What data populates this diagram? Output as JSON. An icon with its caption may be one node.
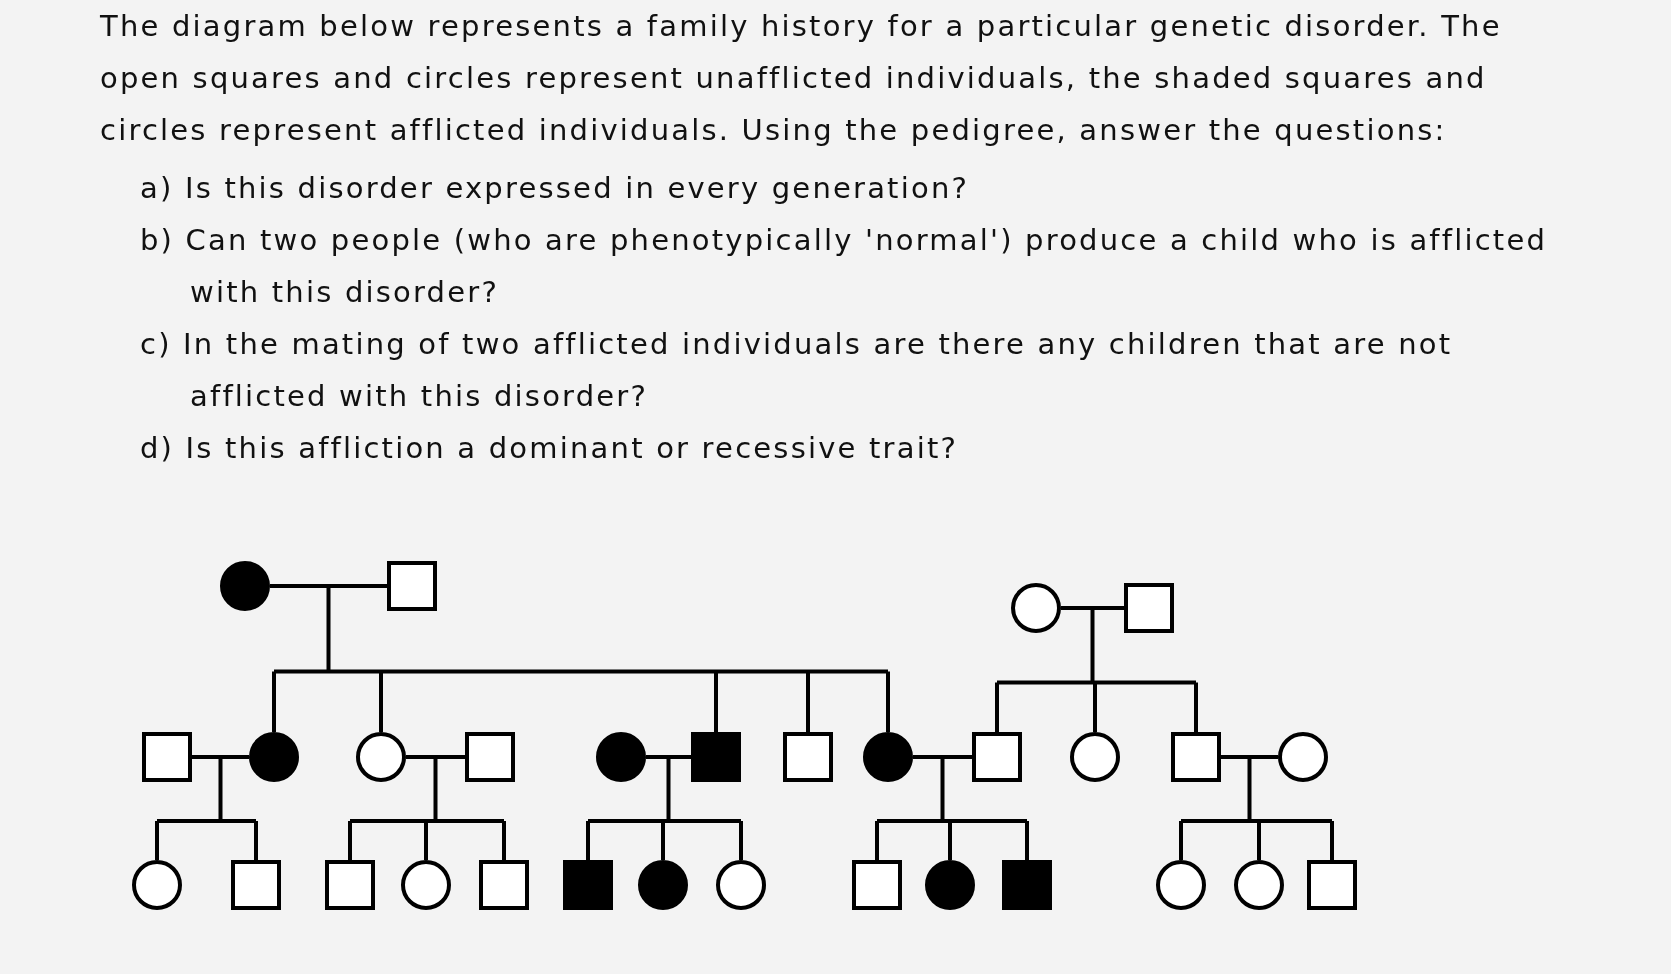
{
  "diagram": {
    "nodes": [
      {
        "text": [],
        "shape": "disc"
      },
      {
        "text": [],
        "shape": "box"
      },
      {
        "text": [],
        "shape": "circle"
      },
      {
        "text": [],
        "shape": "box"
      },
      {
        "text": [],
        "shape": "box"
      },
      {
        "text": [],
        "shape": "disc"
      },
      {
        "text": [],
        "shape": "circle"
      },
      {
        "text": [],
        "shape": "box"
      },
      {
        "text": [],
        "shape": "disc"
      },
      {
        "text": [],
        "shape": "block"
      },
      {
        "text": [],
        "shape": "box"
      },
      {
        "text": [],
        "shape": "disc"
      },
      {
        "text": [],
        "shape": "box"
      },
      {
        "text": [],
        "shape": "circle"
      },
      {
        "text": [],
        "shape": "box"
      },
      {
        "text": [],
        "shape": "circle"
      },
      {
        "text": [],
        "shape": "circle"
      },
      {
        "text": [],
        "shape": "box"
      },
      {
        "text": [],
        "shape": "box"
      },
      {
        "text": [],
        "shape": "circle"
      },
      {
        "text": [],
        "shape": "box"
      },
      {
        "text": [],
        "shape": "block"
      },
      {
        "text": [],
        "shape": "disc"
      },
      {
        "text": [],
        "shape": "circle"
      },
      {
        "text": [],
        "shape": "box"
      },
      {
        "text": [],
        "shape": "disc"
      },
      {
        "text": [],
        "shape": "block"
      },
      {
        "text": [],
        "shape": "circle"
      },
      {
        "text": [],
        "shape": "circle"
      },
      {
        "text": [],
        "shape": "box"
      }
    ],
    "edges": [
      {
        "from": 0,
        "to": 1,
        "arrow": "none"
      },
      {
        "from": 2,
        "to": 3,
        "arrow": "none"
      },
      {
        "from": 4,
        "to": 5,
        "arrow": "none"
      },
      {
        "from": 6,
        "to": 7,
        "arrow": "none"
      },
      {
        "from": 8,
        "to": 9,
        "arrow": "none"
      },
      {
        "from": 11,
        "to": 12,
        "arrow": "none"
      },
      {
        "from": 14,
        "to": 15,
        "arrow": "none"
      },
      {
        "from": 0,
        "to": 5,
        "arrow": "none"
      },
      {
        "from": 1,
        "to": 5,
        "arrow": "none"
      },
      {
        "from": 0,
        "to": 6,
        "arrow": "none"
      },
      {
        "from": 1,
        "to": 6,
        "arrow": "none"
      },
      {
        "from": 0,
        "to": 9,
        "arrow": "none"
      },
      {
        "from": 1,
        "to": 9,
        "arrow": "none"
      },
      {
        "from": 0,
        "to": 10,
        "arrow": "none"
      },
      {
        "from": 1,
        "to": 10,
        "arrow": "none"
      },
      {
        "from": 0,
        "to": 11,
        "arrow": "none"
      },
      {
        "from": 1,
        "to": 11,
        "arrow": "none"
      },
      {
        "from": 2,
        "to": 12,
        "arrow": "none"
      },
      {
        "from": 3,
        "to": 12,
        "arrow": "none"
      },
      {
        "from": 2,
        "to": 13,
        "arrow": "none"
      },
      {
        "from": 3,
        "to": 13,
        "arrow": "none"
      },
      {
        "from": 2,
        "to": 14,
        "arrow": "none"
      },
      {
        "from": 3,
        "to": 14,
        "arrow": "none"
      },
      {
        "from": 4,
        "to": 16,
        "arrow": "none"
      },
      {
        "from": 5,
        "to": 16,
        "arrow": "none"
      },
      {
        "from": 4,
        "to": 17,
        "arrow": "none"
      },
      {
        "from": 5,
        "to": 17,
        "arrow": "none"
      },
      {
        "from": 6,
        "to": 18,
        "arrow": "none"
      },
      {
        "from": 7,
        "to": 18,
        "arrow": "none"
      },
      {
        "from": 6,
        "to": 19,
        "arrow": "none"
      },
      {
        "from": 7,
        "to": 19,
        "arrow": "none"
      },
      {
        "from": 6,
        "to": 20,
        "arrow": "none"
      },
      {
        "from": 7,
        "to": 20,
        "arrow": "none"
      },
      {
        "from": 8,
        "to": 21,
        "arrow": "none"
      },
      {
        "from": 9,
        "to": 21,
        "arrow": "none"
      },
      {
        "from": 8,
        "to": 22,
        "arrow": "none"
      },
      {
        "from": 9,
        "to": 22,
        "arrow": "none"
      },
      {
        "from": 8,
        "to": 23,
        "arrow": "none"
      },
      {
        "from": 9,
        "to": 23,
        "arrow": "none"
      },
      {
        "from": 11,
        "to": 24,
        "arrow": "none"
      },
      {
        "from": 12,
        "to": 24,
        "arrow": "none"
      },
      {
        "from": 11,
        "to": 25,
        "arrow": "none"
      },
      {
        "from": 12,
        "to": 25,
        "arrow": "none"
      },
      {
        "from": 11,
        "to": 26,
        "arrow": "none"
      },
      {
        "from": 12,
        "to": 26,
        "arrow": "none"
      },
      {
        "from": 14,
        "to": 27,
        "arrow": "none"
      },
      {
        "from": 15,
        "to": 27,
        "arrow": "none"
      },
      {
        "from": 14,
        "to": 28,
        "arrow": "none"
      },
      {
        "from": 15,
        "to": 28,
        "arrow": "none"
      },
      {
        "from": 14,
        "to": 29,
        "arrow": "none"
      },
      {
        "from": 15,
        "to": 29,
        "arrow": "none"
      }
    ],
    "labels": [
      "The diagram below represents a family history for a particular genetic disorder. The open squares and circles represent unafflicted individuals, the shaded squares and circles represent afflicted individuals. Using the pedigree, answer the questions:",
      "a) Is this disorder expressed in every generation?",
      "b) Can two people (who are phenotypically 'normal') produce a child who is afflicted with this disorder?",
      "c) In the mating of two afflicted individuals are there any children that are not afflicted with this disorder?",
      "d) Is this affliction a dominant or recessive trait?"
    ]
  }
}
